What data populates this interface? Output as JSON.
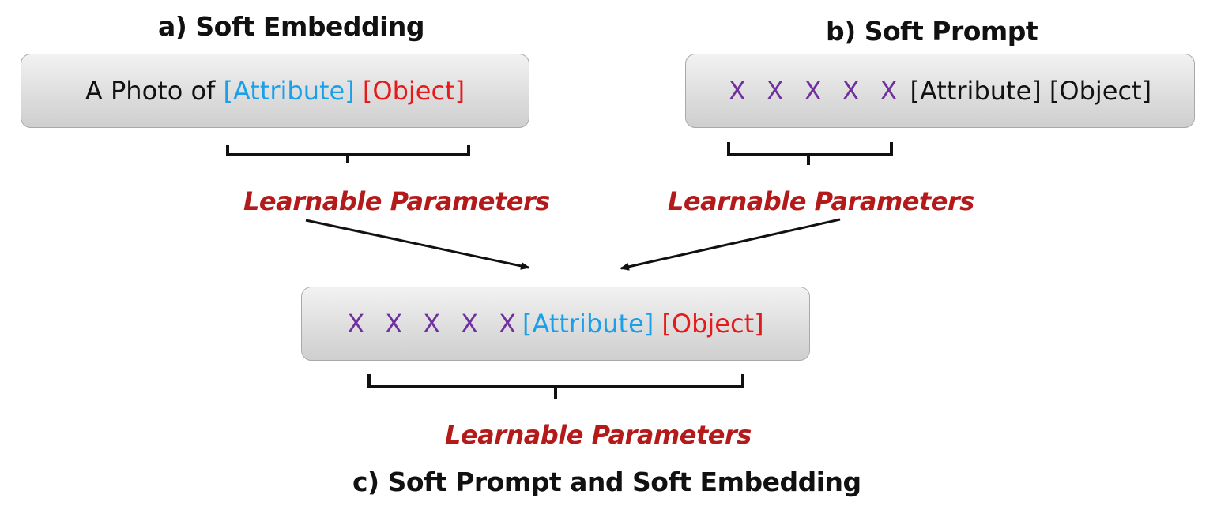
{
  "panel_a": {
    "title": "a) Soft Embedding",
    "prefix": "A Photo of",
    "attribute": "[Attribute]",
    "object": "[Object]",
    "label": "Learnable Parameters"
  },
  "panel_b": {
    "title": "b) Soft Prompt",
    "tokens": [
      "X",
      "X",
      "X",
      "X",
      "X"
    ],
    "attribute": "[Attribute]",
    "object": "[Object]",
    "label": "Learnable Parameters"
  },
  "panel_c": {
    "title": "c) Soft Prompt and Soft Embedding",
    "tokens": [
      "X",
      "X",
      "X",
      "X",
      "X"
    ],
    "attribute": "[Attribute]",
    "object": "[Object]",
    "label": "Learnable Parameters"
  },
  "colors": {
    "token_purple": "#7030a0",
    "attribute_blue": "#1aa0e8",
    "object_red": "#e51b1b",
    "label_red": "#b41a1a"
  }
}
